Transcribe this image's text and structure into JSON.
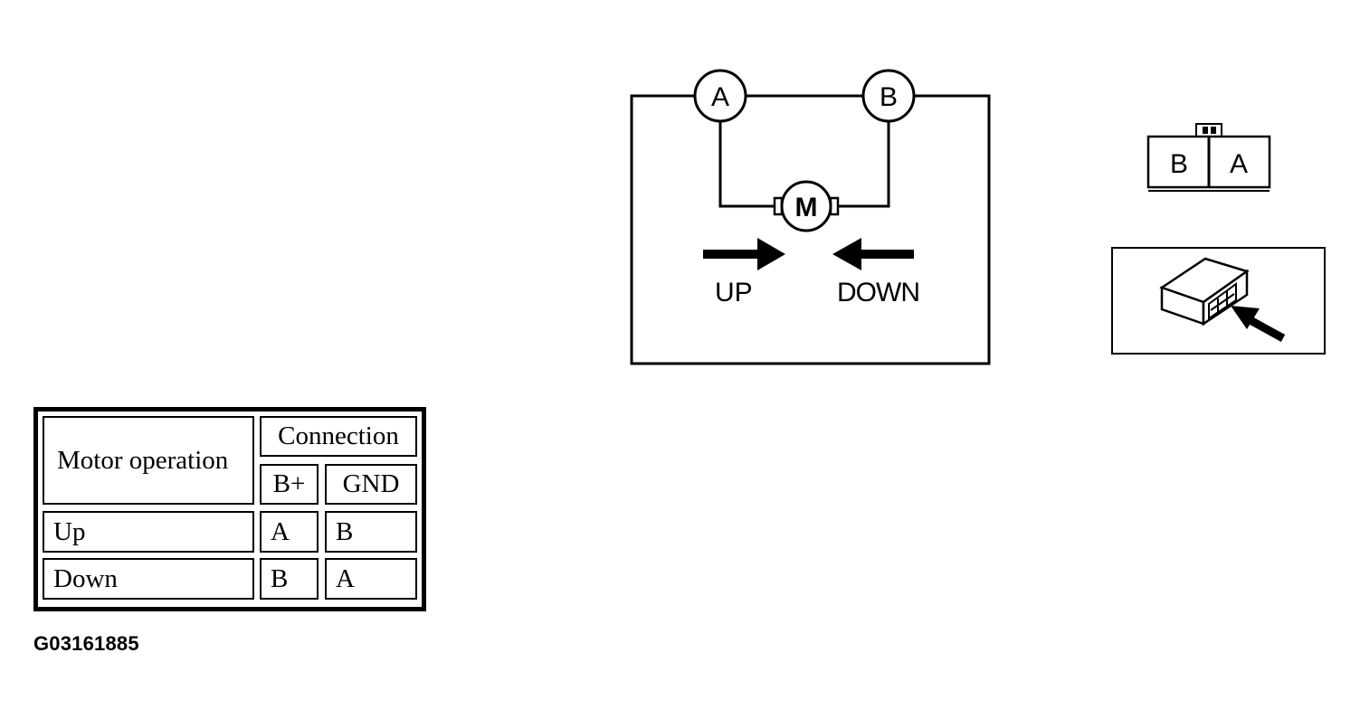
{
  "circuit": {
    "terminal_a": "A",
    "terminal_b": "B",
    "motor": "M",
    "up_label": "UP",
    "down_label": "DOWN"
  },
  "connector": {
    "left_pin": "B",
    "right_pin": "A"
  },
  "table": {
    "header_operation": "Motor operation",
    "header_connection": "Connection",
    "col_bplus": "B+",
    "col_gnd": "GND",
    "rows": [
      {
        "operation": "Up",
        "bplus": "A",
        "gnd": "B"
      },
      {
        "operation": "Down",
        "bplus": "B",
        "gnd": "A"
      }
    ]
  },
  "figure_code": "G03161885"
}
